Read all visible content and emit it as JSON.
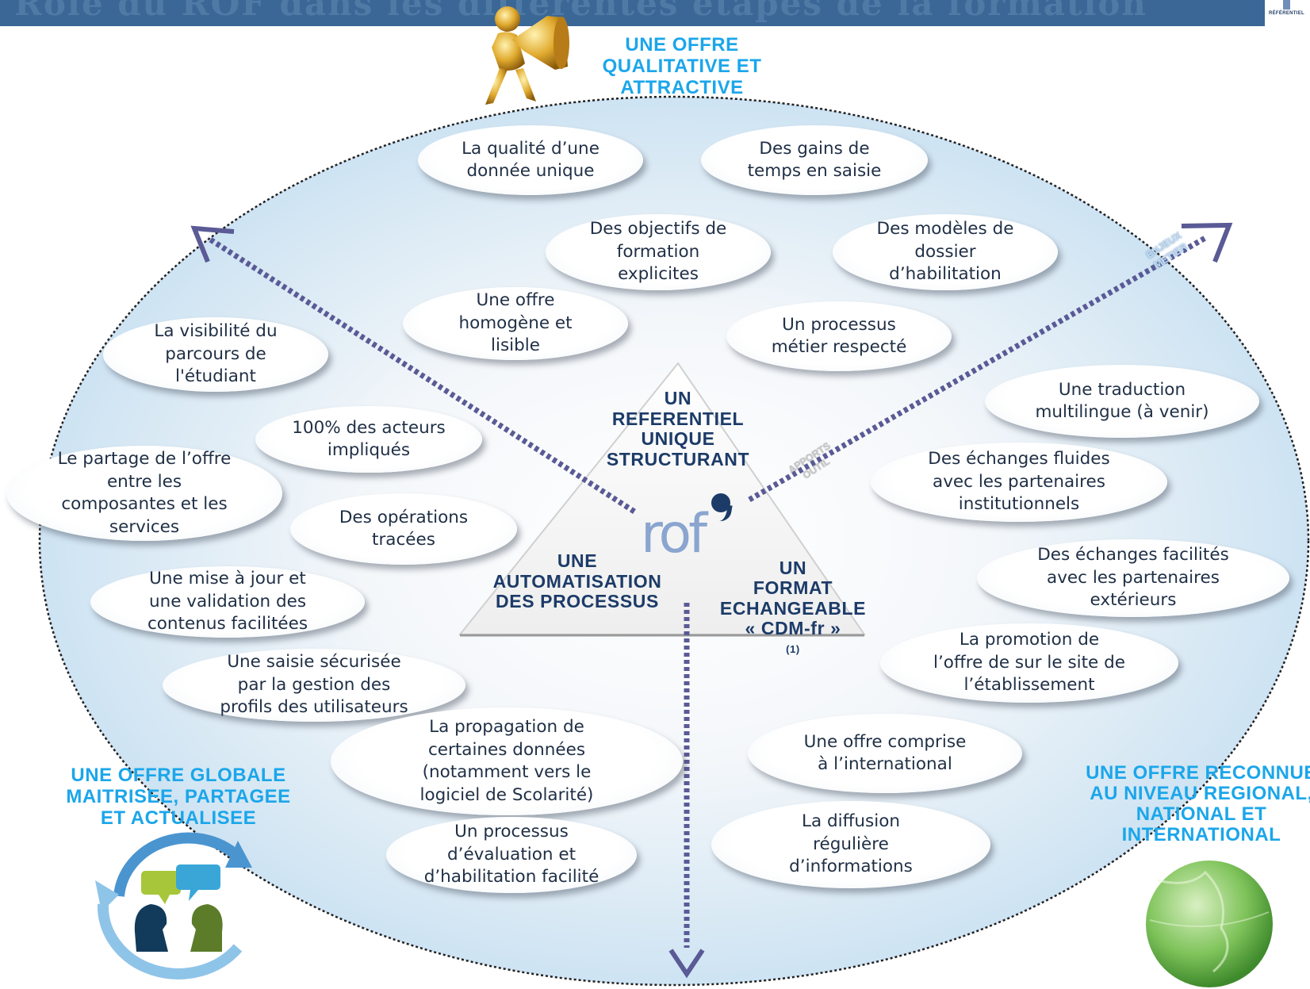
{
  "header": {
    "title_fragment": "Rôle du ROF dans les différentes étapes de la formation",
    "logo_caption": "RÉFÉRENTIEL"
  },
  "colors": {
    "heading": "#1ba6ea",
    "center_label": "#1c3b68",
    "ellipse_fill": "#c8e1f3",
    "arrow": "#5a5a96",
    "topbar": "#3a6796"
  },
  "headings": {
    "top": "UNE OFFRE\nQUALITATIVE ET\nATTRACTIVE",
    "left": "UNE OFFRE GLOBALE\nMAITRISEE, PARTAGEE\nET ACTUALISEE",
    "right": "UNE OFFRE RECONNUE\nAU NIVEAU REGIONAL,\nNATIONAL ET\nINTERNATIONAL"
  },
  "center": {
    "top": "UN\nREFERENTIEL\nUNIQUE\nSTRUCTURANT",
    "left": "UNE\nAUTOMATISATION\nDES PROCESSUS",
    "right_main": "UN\nFORMAT\nECHANGEABLE\n« CDM-fr »",
    "right_note": "(1)",
    "logo": "rof"
  },
  "axis_labels": {
    "enjeux": "ENJEUX\nMETIER",
    "apports": "APPORTS\nOUTIL"
  },
  "icons": {
    "top": "megaphone-figure-icon",
    "left": "conversation-people-icon",
    "right": "globe-icon"
  },
  "bubbles": [
    {
      "id": "qualite",
      "text": "La qualité d’une\ndonnée unique"
    },
    {
      "id": "gains",
      "text": "Des gains de\ntemps en saisie"
    },
    {
      "id": "objectifs",
      "text": "Des objectifs de\nformation\nexplicites"
    },
    {
      "id": "modeles",
      "text": "Des modèles de\ndossier\nd’habilitation"
    },
    {
      "id": "offre-homogene",
      "text": "Une offre\nhomogène et\nlisible"
    },
    {
      "id": "processus-metier",
      "text": "Un processus\nmétier respecté"
    },
    {
      "id": "visibilite",
      "text": "La visibilité du\nparcours de\nl'étudiant"
    },
    {
      "id": "acteurs",
      "text": "100% des acteurs\nimpliqués"
    },
    {
      "id": "partage",
      "text": "Le partage de l’offre\nentre les\ncomposantes et les\nservices"
    },
    {
      "id": "operations",
      "text": "Des opérations\ntracées"
    },
    {
      "id": "mise-a-jour",
      "text": "Une mise à jour et\nune validation  des\ncontenus facilitées"
    },
    {
      "id": "saisie",
      "text": "Une  saisie sécurisée\npar la gestion des\nprofils des utilisateurs"
    },
    {
      "id": "propagation",
      "text": "La propagation de\ncertaines données\n(notamment vers le\nlogiciel de Scolarité)"
    },
    {
      "id": "evaluation",
      "text": "Un processus\nd’évaluation et\nd’habilitation facilité"
    },
    {
      "id": "traduction",
      "text": "Une traduction\nmultilingue (à venir)"
    },
    {
      "id": "echanges-inst",
      "text": "Des échanges fluides\navec les partenaires\ninstitutionnels"
    },
    {
      "id": "echanges-ext",
      "text": "Des échanges facilités\navec les partenaires\nextérieurs"
    },
    {
      "id": "promotion",
      "text": "La promotion de\nl’offre de sur le site de\nl’établissement"
    },
    {
      "id": "comprise",
      "text": "Une offre comprise\nà l’international"
    },
    {
      "id": "diffusion",
      "text": "La diffusion\nrégulière\nd’informations"
    }
  ]
}
